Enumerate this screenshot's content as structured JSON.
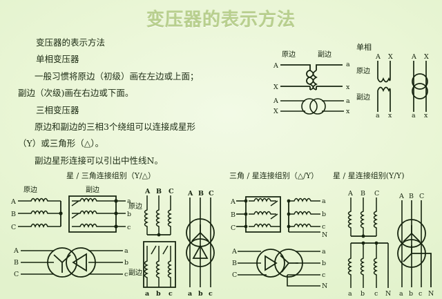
{
  "page": {
    "title": "变压器的表示方法",
    "background_color": "#eaf6d8",
    "title_color": "#b8cf8e",
    "ink_color": "#16240f"
  },
  "body_text": {
    "line1": "变压器的表示方法",
    "line2": "单相变压器",
    "line3": "一般习惯将原边（初级）画在左边或上面；",
    "line4": "副边（次级)画在右边或下面。",
    "line5": "三相变压器",
    "line6": "原边和副边的三相3个绕组可以连接成星形",
    "line7": "（Y）或三角形（△）。",
    "line8": "副边星形连接可以引出中性线N。"
  },
  "single_phase": {
    "caption": "单相",
    "primary_label": "原边",
    "secondary_label": "副边",
    "terminals": {
      "hv_top": "A",
      "hv_bottom": "X",
      "lv_top": "a",
      "lv_bottom": "x"
    },
    "vertical": {
      "primary_label": "原边",
      "secondary_label": "副边",
      "top_left": "A",
      "top_right": "X",
      "bottom_left": "a",
      "bottom_right": "x"
    },
    "symbol_vertical": {
      "top_left": "A",
      "top_right": "X",
      "bottom_left": "a",
      "bottom_right": "x"
    }
  },
  "sections": [
    {
      "id": "y-delta",
      "heading": "星 / 三角连接组别（Y/△）",
      "primary_label": "原边",
      "secondary_label": "副边",
      "primary_terminals": [
        "A",
        "B",
        "C"
      ],
      "secondary_terminals": [
        "a",
        "b",
        "c"
      ],
      "symbol_primary_terminals": [
        "A",
        "B",
        "C"
      ],
      "symbol_secondary_terminals": [
        "a",
        "b",
        "c"
      ],
      "symbol_primary_glyph": "Y",
      "symbol_secondary_glyph": "△"
    },
    {
      "id": "y-delta-vertical",
      "heading": "",
      "primary_label": "原边",
      "secondary_label": "副边",
      "primary_terminals": [
        "A",
        "B",
        "C"
      ],
      "secondary_terminals": [
        "a",
        "b",
        "c"
      ],
      "symbol_primary_terminals": [
        "A",
        "B",
        "C"
      ],
      "symbol_secondary_terminals": [
        "a",
        "b",
        "c"
      ],
      "symbol_primary_glyph": "Y",
      "symbol_secondary_glyph": "△"
    },
    {
      "id": "delta-y",
      "heading": "三角 / 星连接组别（△/Y）",
      "primary_terminals": [
        "A",
        "B",
        "C"
      ],
      "secondary_terminals": [
        "a",
        "b",
        "c",
        "N"
      ],
      "symbol_primary_terminals": [
        "A",
        "B",
        "C"
      ],
      "symbol_secondary_terminals": [
        "a",
        "b",
        "c",
        "N"
      ],
      "symbol_primary_glyph": "△",
      "symbol_secondary_glyph": "Y"
    },
    {
      "id": "y-y",
      "heading": "星 / 星连接组别(Y/Y)",
      "primary_terminals": [
        "A",
        "B",
        "C"
      ],
      "secondary_terminals": [
        "a",
        "b",
        "c",
        "N"
      ],
      "symbol_primary_terminals": [
        "A",
        "B",
        "C"
      ],
      "symbol_secondary_terminals": [
        "a",
        "b",
        "c",
        "N"
      ],
      "symbol_primary_glyph": "Y",
      "symbol_secondary_glyph": "Y"
    }
  ]
}
